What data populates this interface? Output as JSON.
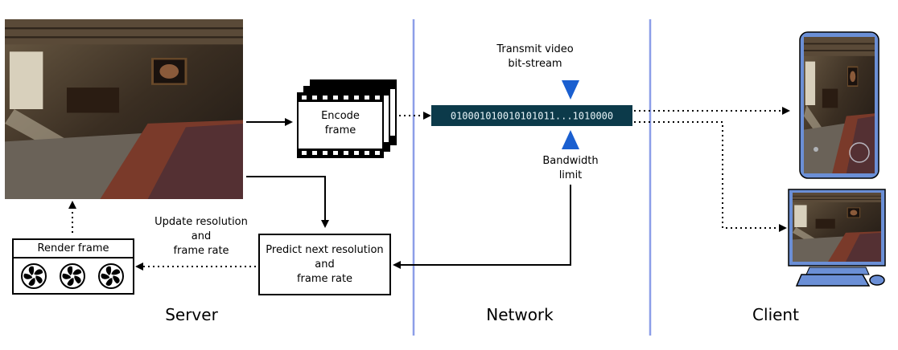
{
  "server": {
    "section_label": "Server",
    "render_frame_label": "Render frame",
    "update_label_lines": [
      "Update resolution",
      "and",
      "frame rate"
    ],
    "predict_label_lines": [
      "Predict next resolution",
      "and",
      "frame rate"
    ],
    "encode_label_lines": [
      "Encode",
      "frame"
    ]
  },
  "network": {
    "section_label": "Network",
    "transmit_label_lines": [
      "Transmit video",
      "bit-stream"
    ],
    "bitstream": "010001010010101011...1010000",
    "bandwidth_label_lines": [
      "Bandwidth",
      "limit"
    ]
  },
  "client": {
    "section_label": "Client"
  },
  "colors": {
    "divider": "#8c9ee8",
    "bitstream_bg": "#0c3a4a",
    "bitstream_text": "#e8f4f8",
    "triangle": "#1a5fd0",
    "device_blue": "#6b8fd6"
  },
  "icons": {
    "gpu_fan": "fan-icon",
    "arrow": "arrow-icon"
  }
}
